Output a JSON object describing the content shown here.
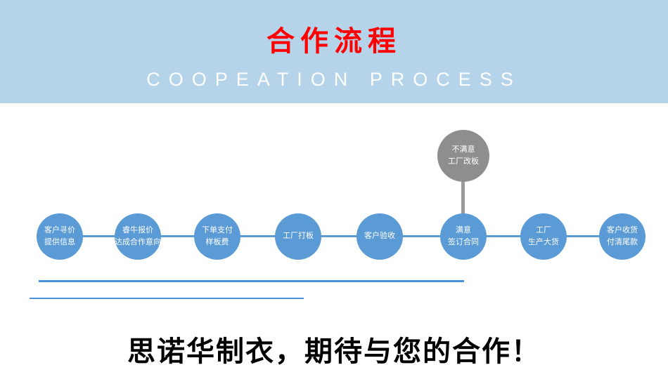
{
  "banner": {
    "title": "合作流程",
    "subtitle": "COOPEATION PROCESS",
    "bg_color": "#b5d4ea",
    "title_color": "#ff0000",
    "subtitle_color": "#ffffff"
  },
  "flow": {
    "node_color": "#5a9ad5",
    "branch_node_color": "#8e8e8e",
    "steps": [
      {
        "lines": [
          "客户寻价",
          "提供信息"
        ]
      },
      {
        "lines": [
          "睿牛报价",
          "达成合作意向"
        ]
      },
      {
        "lines": [
          "下单支付",
          "样板费"
        ]
      },
      {
        "lines": [
          "工厂打板"
        ]
      },
      {
        "lines": [
          "客户验收"
        ]
      },
      {
        "lines": [
          "满意",
          "签订合同"
        ]
      },
      {
        "lines": [
          "工厂",
          "生产大货"
        ]
      },
      {
        "lines": [
          "客户收货",
          "付清尾款"
        ]
      }
    ],
    "branch": {
      "lines": [
        "不满意",
        "工厂改板"
      ]
    }
  },
  "footer": {
    "slogan": "思诺华制衣，期待与您的合作！"
  }
}
